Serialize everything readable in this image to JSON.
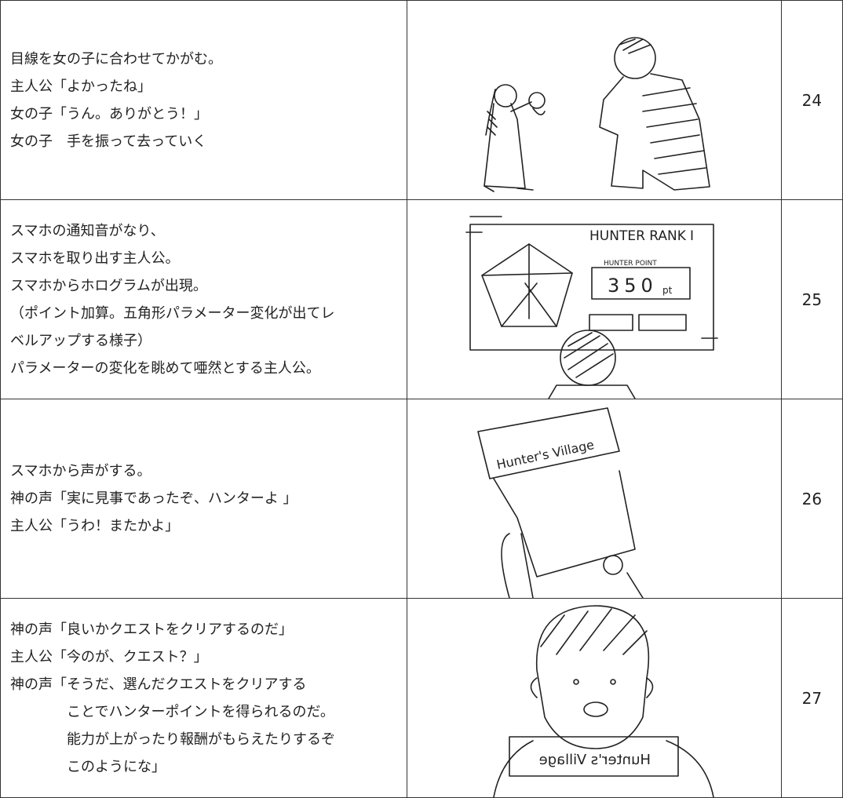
{
  "rows": [
    {
      "lines": [
        "目線を女の子に合わせてかがむ。",
        "主人公「よかったね」",
        "女の子「うん。ありがとう！」",
        "女の子　手を振って去っていく"
      ],
      "number": "24"
    },
    {
      "lines": [
        "スマホの通知音がなり、",
        "スマホを取り出す主人公。",
        "スマホからホログラムが出現。",
        "（ポイント加算。五角形パラメーター変化が出てレ",
        "ベルアップする様子）",
        "パラメーターの変化を眺めて唖然とする主人公。"
      ],
      "number": "25",
      "sketch": {
        "rank_label": "HUNTER RANK",
        "rank_value": "I",
        "point_label": "HUNTER POINT",
        "point_value": "350",
        "point_unit": "pt"
      }
    },
    {
      "lines": [
        "スマホから声がする。",
        "神の声「実に見事であったぞ、ハンターよ 」",
        "主人公「うわ！またかよ」"
      ],
      "number": "26",
      "sketch": {
        "app_name": "Hunter's Village"
      }
    },
    {
      "lines": [
        "神の声「良いかクエストをクリアするのだ」",
        "主人公「今のが、クエスト？」",
        "神の声「そうだ、選んだクエストをクリアする",
        "　　　　ことでハンターポイントを得られるのだ。",
        "　　　　能力が上がったり報酬がもらえたりするぞ",
        "　　　　このようにな」"
      ],
      "number": "27",
      "sketch": {
        "app_name": "Hunter's Village"
      }
    }
  ]
}
